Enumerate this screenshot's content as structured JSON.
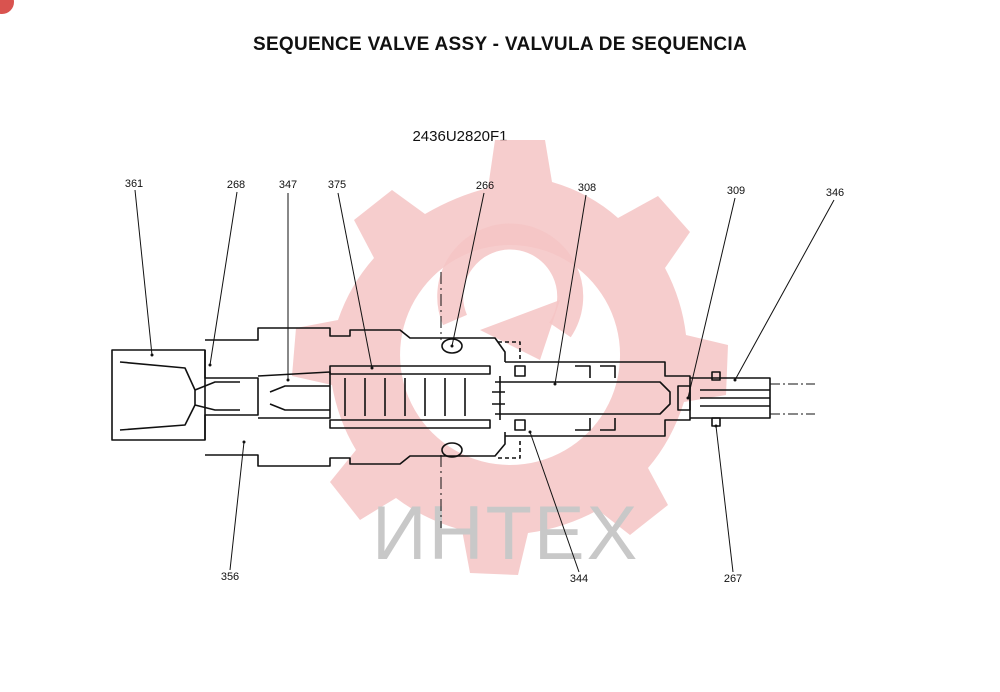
{
  "title": "SEQUENCE VALVE ASSY - VALVULA DE SEQUENCIA",
  "drawing_code": "2436U2820F1",
  "watermark": {
    "text": "ИНТЕХ",
    "logo_color": "#f5c4c4",
    "text_color": "#c8c8c8"
  },
  "parts": {
    "p361": "361",
    "p268": "268",
    "p347": "347",
    "p375": "375",
    "p266": "266",
    "p308": "308",
    "p309": "309",
    "p346": "346",
    "p356": "356",
    "p344": "344",
    "p267": "267"
  }
}
